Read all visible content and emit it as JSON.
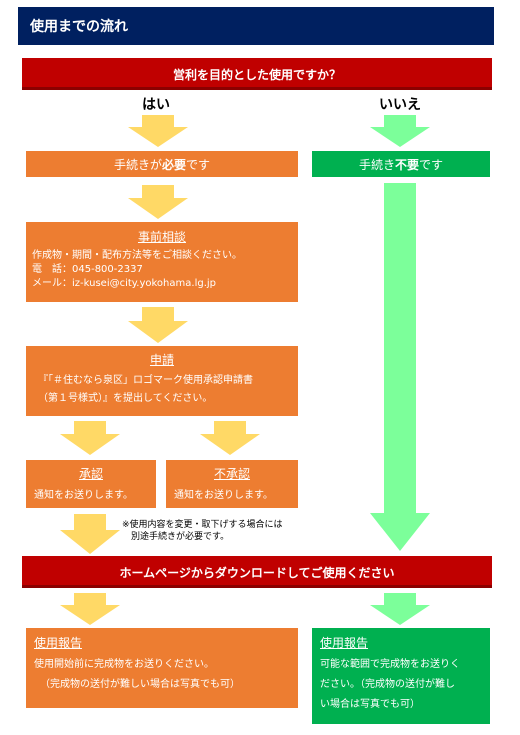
{
  "header": {
    "title": "使用までの流れ"
  },
  "question": {
    "text": "営利を目的とした使用ですか？"
  },
  "branches": {
    "yes": "はい",
    "no": "いいえ"
  },
  "yes_path": {
    "required": {
      "prefix": "手続きが",
      "emphasis": "必要",
      "suffix": "です"
    },
    "consult": {
      "title": "事前相談",
      "desc": "作成物・期間・配布方法等をご相談ください。",
      "phone_label": "電　話：",
      "phone": "045-800-2337",
      "mail_label": "メール：",
      "mail": "iz-kusei@city.yokohama.lg.jp"
    },
    "apply": {
      "title": "申請",
      "line1": "『「＃住むなら泉区」ロゴマーク使用承認申請書",
      "line2": "（第１号様式）』を提出してください。"
    },
    "approve": {
      "title": "承認",
      "text": "通知をお送りします。"
    },
    "reject": {
      "title": "不承認",
      "text": "通知をお送りします。"
    },
    "note": {
      "line1": "※使用内容を変更・取下げする場合には",
      "line2": "別途手続きが必要です。"
    }
  },
  "no_path": {
    "not_required": {
      "prefix": "手続き",
      "emphasis": "不要",
      "suffix": "です"
    }
  },
  "download": {
    "text": "ホームページからダウンロードしてご使用ください"
  },
  "report_yes": {
    "title": "使用報告",
    "line1": "使用開始前に完成物をお送りください。",
    "line2": "（完成物の送付が難しい場合は写真でも可）"
  },
  "report_no": {
    "title": "使用報告",
    "line1": "可能な範囲で完成物をお送りく",
    "line2": "ださい。（完成物の送付が難し",
    "line3": "い場合は写真でも可）"
  },
  "colors": {
    "header_bg": "#002060",
    "red": "#c00000",
    "orange": "#ed7d31",
    "green": "#00b050",
    "yellow_arrow": "#ffd966",
    "green_arrow": "#7cff9a"
  }
}
